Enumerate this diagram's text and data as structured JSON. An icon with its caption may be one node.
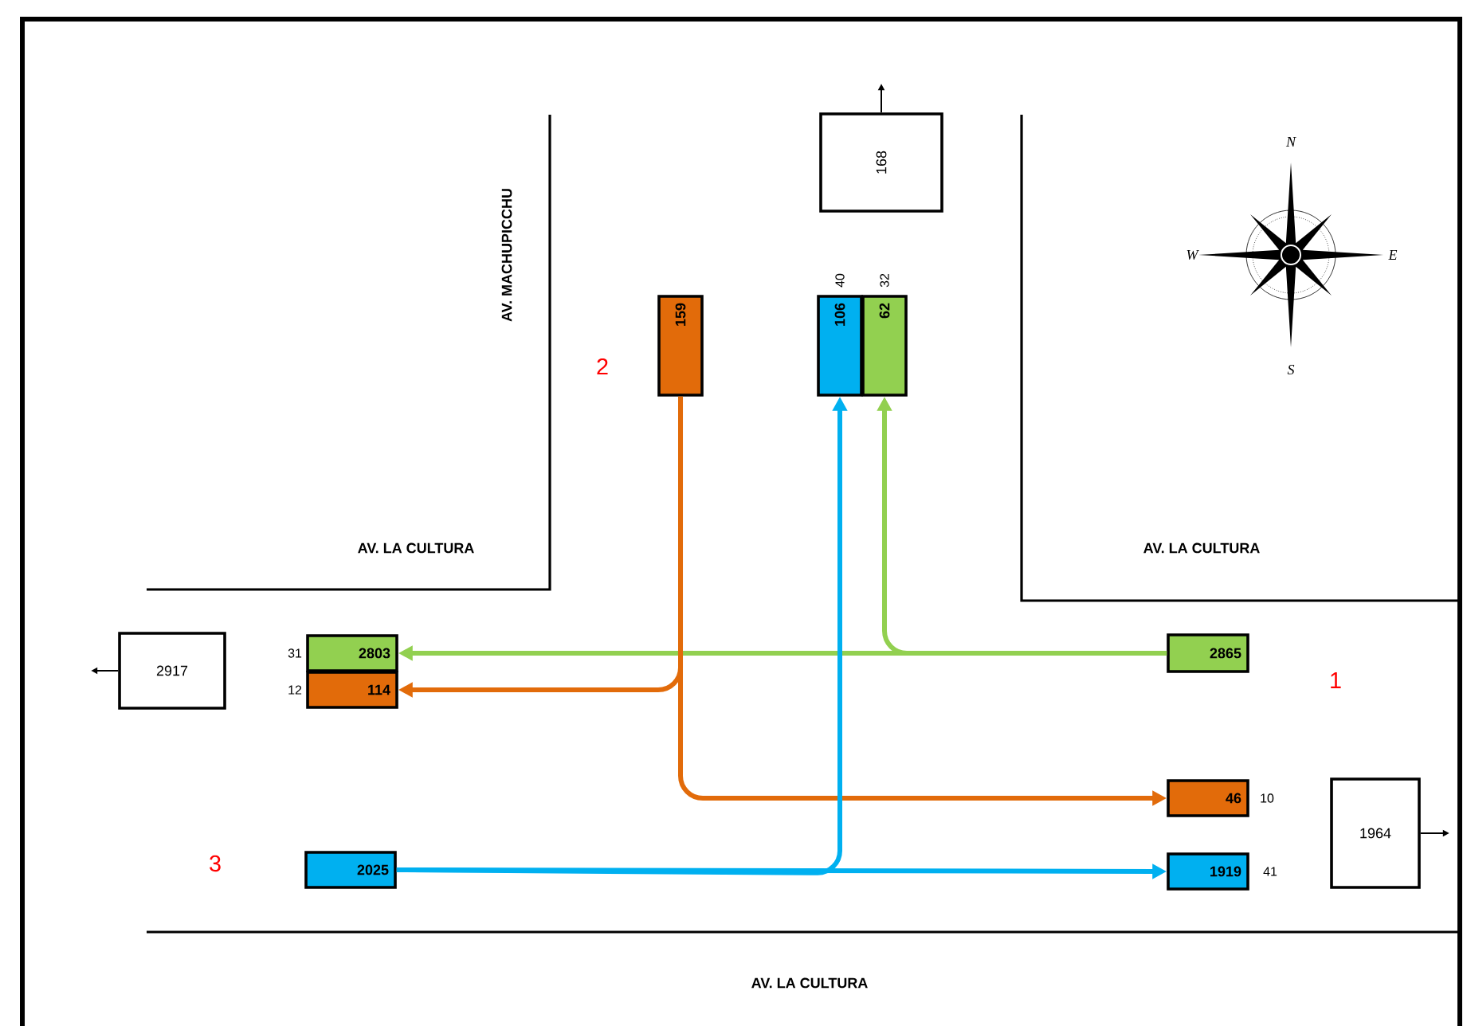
{
  "diagram": {
    "nodes": [
      {
        "text": [
          "168"
        ]
      },
      {
        "text": [
          "159"
        ]
      },
      {
        "text": [
          "106"
        ],
        "beside": [
          "40"
        ]
      },
      {
        "text": [
          "62"
        ],
        "beside": [
          "32"
        ]
      },
      {
        "text": [
          "2917"
        ]
      },
      {
        "text": [
          "2803"
        ],
        "beside": [
          "31"
        ]
      },
      {
        "text": [
          "114"
        ],
        "beside": [
          "12"
        ]
      },
      {
        "text": [
          "2865"
        ]
      },
      {
        "text": [
          "46"
        ],
        "beside": [
          "10"
        ]
      },
      {
        "text": [
          "1964"
        ]
      },
      {
        "text": [
          "2025"
        ]
      },
      {
        "text": [
          "1919"
        ],
        "beside": [
          "41"
        ]
      }
    ],
    "edges": [
      {
        "from": 0,
        "to": null,
        "arrow": "to"
      },
      {
        "from": 4,
        "to": null,
        "arrow": "to"
      },
      {
        "from": 9,
        "to": null,
        "arrow": "to"
      },
      {
        "from": 7,
        "to": 5,
        "arrow": "to",
        "color": "#92d050"
      },
      {
        "from": 7,
        "to": 3,
        "arrow": "to",
        "color": "#92d050"
      },
      {
        "from": 1,
        "to": 6,
        "arrow": "to",
        "color": "#e26b0a"
      },
      {
        "from": 1,
        "to": 8,
        "arrow": "to",
        "color": "#e26b0a"
      },
      {
        "from": 10,
        "to": 11,
        "arrow": "to",
        "color": "#00b0f0"
      },
      {
        "from": 10,
        "to": 2,
        "arrow": "to",
        "color": "#00b0f0"
      }
    ],
    "labels": [
      "N",
      "AV. MACHUPICCHU",
      "W",
      "E",
      "2",
      "S",
      "AV. LA CULTURA",
      "AV. LA CULTURA",
      "1",
      "3",
      "AV. LA CULTURA"
    ]
  }
}
